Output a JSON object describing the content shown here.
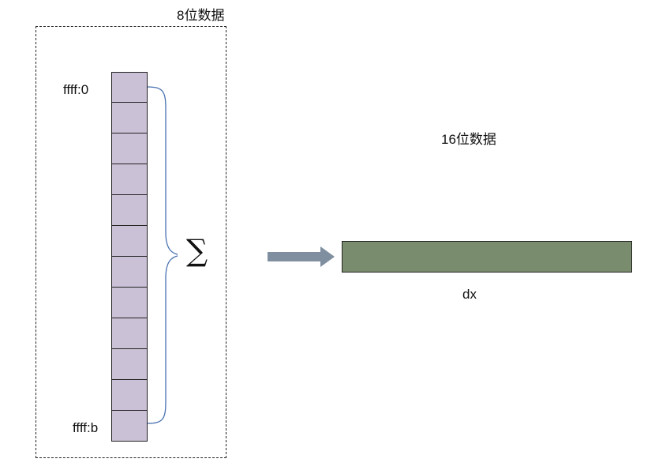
{
  "labels": {
    "bits8": "8位数据",
    "bits16": "16位数据",
    "start_addr": "ffff:0",
    "end_addr": "ffff:b",
    "sum_symbol": "∑",
    "register": "dx"
  },
  "memory": {
    "cell_count": 12
  },
  "colors": {
    "cell_fill": "#cbc1d6",
    "register_fill": "#7a8c6e",
    "arrow": "#7f8fa0",
    "brace": "#4a72b0",
    "outline": "#222222"
  }
}
